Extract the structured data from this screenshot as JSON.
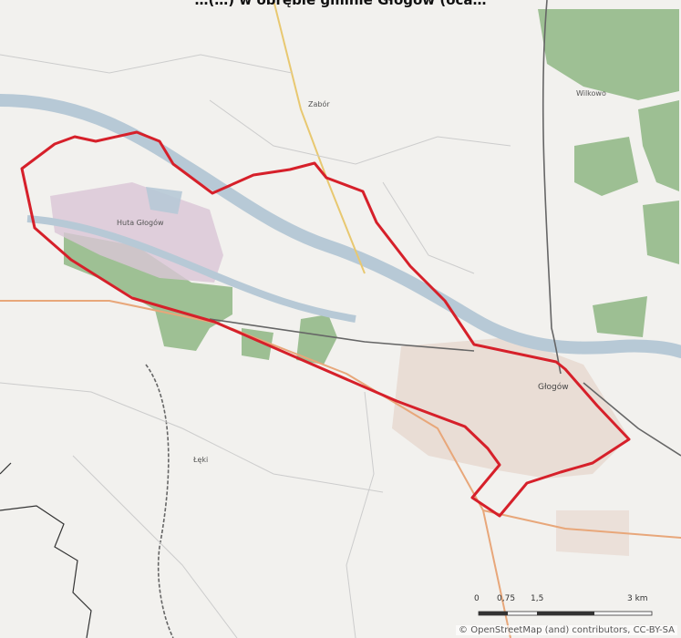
{
  "caption": "…(…) w obrębie gminie Głogów (oca…",
  "colors": {
    "boundary": "#d6202a",
    "forest": "#8fb784",
    "industrial": "#d9c6d6",
    "water": "#b7c9d6",
    "urban": "#e6d6cc",
    "background": "#f2f1ee"
  },
  "labels": {
    "glogow": "Głogów",
    "huta": "Huta Głogów",
    "zabor": "Zabór",
    "wilkow": "Wilkowo",
    "lekow": "Łęki"
  },
  "scale": {
    "ticks": [
      "0",
      "0,75",
      "1,5",
      "3 km"
    ]
  },
  "attribution": "© OpenStreetMap (and) contributors, CC-BY-SA"
}
